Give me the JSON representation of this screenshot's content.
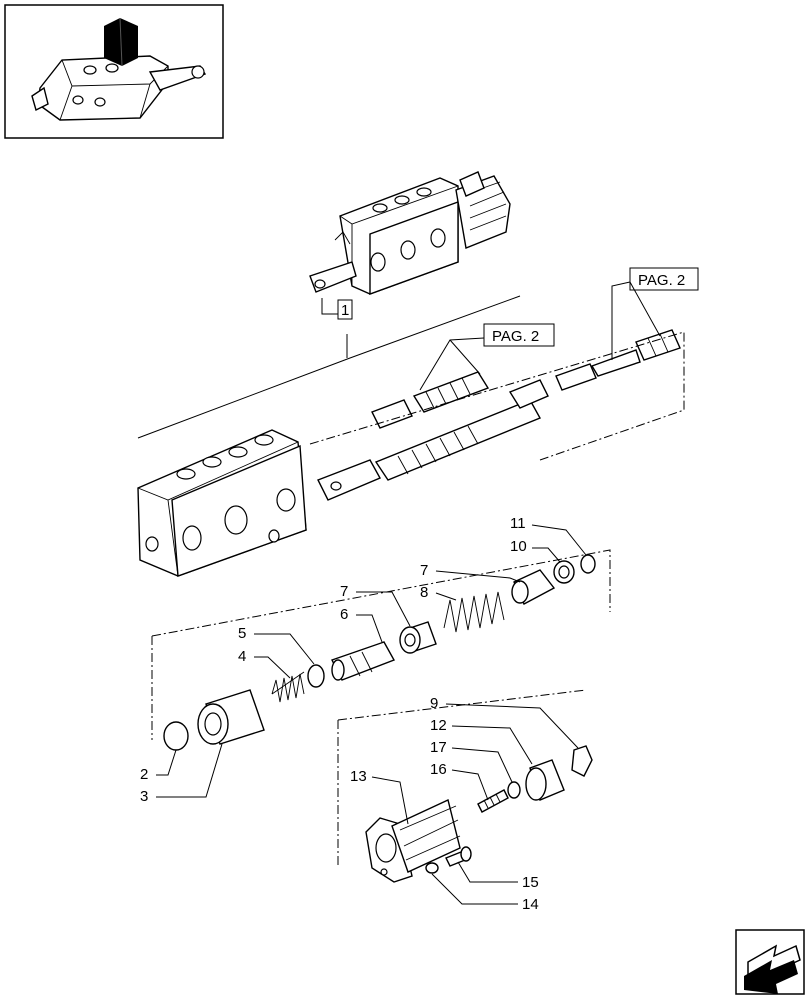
{
  "labels": {
    "ref_1": "1",
    "ref_2": "2",
    "ref_3": "3",
    "ref_4": "4",
    "ref_5": "5",
    "ref_6": "6",
    "ref_7a": "7",
    "ref_7b": "7",
    "ref_8": "8",
    "ref_9": "9",
    "ref_10": "10",
    "ref_11": "11",
    "ref_12": "12",
    "ref_13": "13",
    "ref_14": "14",
    "ref_15": "15",
    "ref_16": "16",
    "ref_17": "17",
    "pag_upper": "PAG. 2",
    "pag_lower": "PAG. 2"
  },
  "icons": {
    "thumbnail": "tractor-lift-cover-thumbnail",
    "navigation": "next-page-arrow-icon"
  }
}
